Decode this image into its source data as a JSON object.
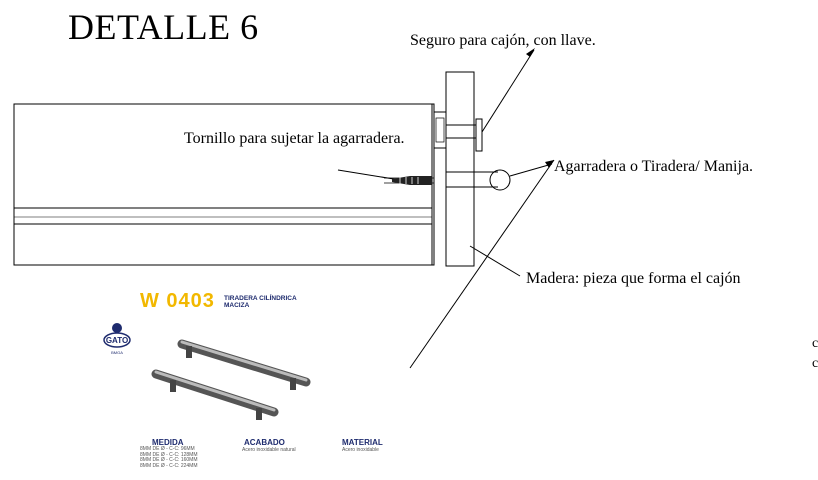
{
  "title": "DETALLE 6",
  "labels": {
    "seguro": "Seguro para cajón, con llave.",
    "tornillo": "Tornillo para sujetar la agarradera.",
    "agarradera": "Agarradera o Tiradera/ Manija.",
    "madera": "Madera: pieza que forma el cajón"
  },
  "catalog": {
    "code": "W 0403",
    "name": "TIRADERA CILÍNDRICA MACIZA",
    "brand": "GATO",
    "brand_sub": "BMGA",
    "medida_label": "MEDIDA",
    "medida_items": [
      "8MM DE Ø - C-C: 96MM",
      "8MM DE Ø - C-C: 128MM",
      "8MM DE Ø - C-C: 160MM",
      "8MM DE Ø - C-C: 224MM"
    ],
    "acabado_label": "ACABADO",
    "acabado_value": "Acero inoxidable natural",
    "material_label": "MATERIAL",
    "material_value": "Acero inoxidable",
    "colors": {
      "code": "#f2b800",
      "heading": "#1e2b6e"
    }
  },
  "edge_chars": [
    "c",
    "c"
  ]
}
